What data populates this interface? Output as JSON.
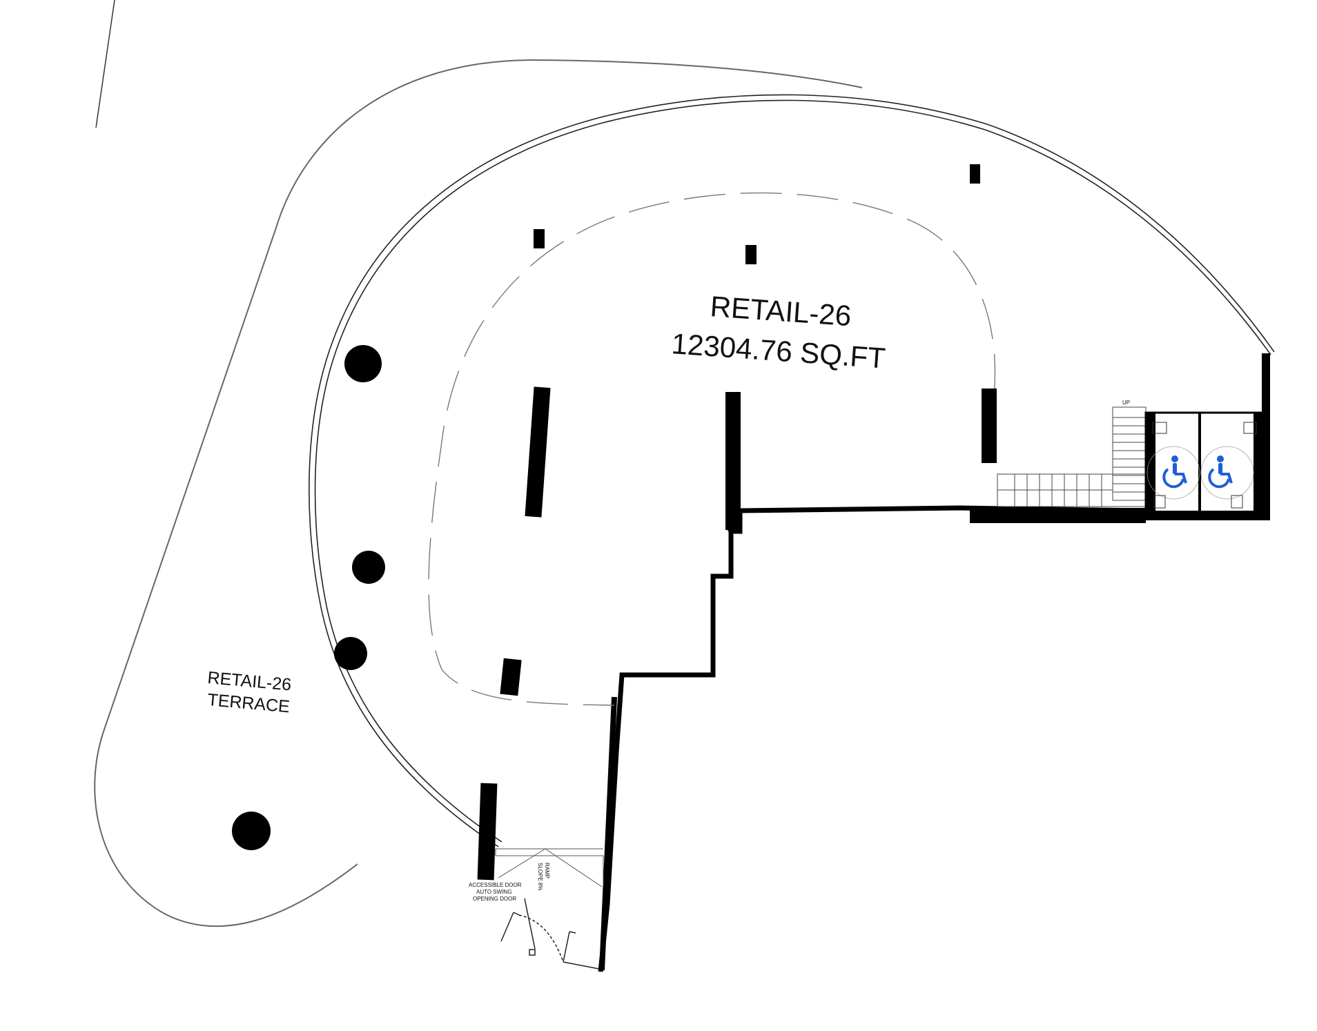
{
  "unit": {
    "name": "RETAIL-26",
    "area": "12304.76 SQ.FT"
  },
  "terrace": {
    "line1": "RETAIL-26",
    "line2": "TERRACE"
  },
  "stair": {
    "label": "UP"
  },
  "ramp": {
    "line1": "RAMP",
    "line2": "SLOPE 8%"
  },
  "entrance_door": {
    "line1": "ACCESSIBLE DOOR",
    "line2": "AUTO SWING",
    "line3": "OPENING DOOR"
  },
  "washrooms": {
    "count": 2,
    "icon": "accessibility-icon",
    "icon_color": "#1f5fd6"
  },
  "colors": {
    "walls": "#000000",
    "outline": "#666666",
    "background": "#ffffff"
  }
}
